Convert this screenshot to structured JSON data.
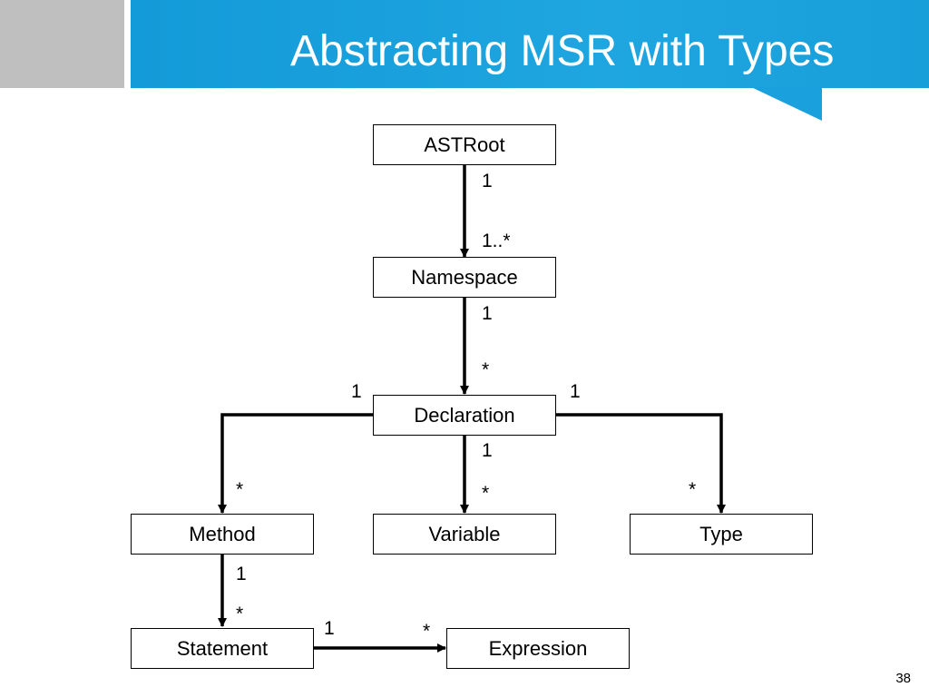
{
  "slide": {
    "title": "Abstracting MSR with Types",
    "page_number": "38",
    "accent_color": "#1aa0dc",
    "side_tab_color": "#bfbfbf"
  },
  "diagram": {
    "nodes": {
      "astroot": "ASTRoot",
      "namespace": "Namespace",
      "declaration": "Declaration",
      "method": "Method",
      "variable": "Variable",
      "type": "Type",
      "statement": "Statement",
      "expression": "Expression"
    },
    "edges": [
      {
        "from": "ASTRoot",
        "to": "Namespace",
        "source_mult": "1",
        "target_mult": "1..*"
      },
      {
        "from": "Namespace",
        "to": "Declaration",
        "source_mult": "1",
        "target_mult": "*"
      },
      {
        "from": "Declaration",
        "to": "Method",
        "source_mult": "1",
        "target_mult": "*"
      },
      {
        "from": "Declaration",
        "to": "Variable",
        "source_mult": "1",
        "target_mult": "*"
      },
      {
        "from": "Declaration",
        "to": "Type",
        "source_mult": "1",
        "target_mult": "*"
      },
      {
        "from": "Method",
        "to": "Statement",
        "source_mult": "1",
        "target_mult": "*"
      },
      {
        "from": "Statement",
        "to": "Expression",
        "source_mult": "1",
        "target_mult": "*"
      }
    ]
  }
}
